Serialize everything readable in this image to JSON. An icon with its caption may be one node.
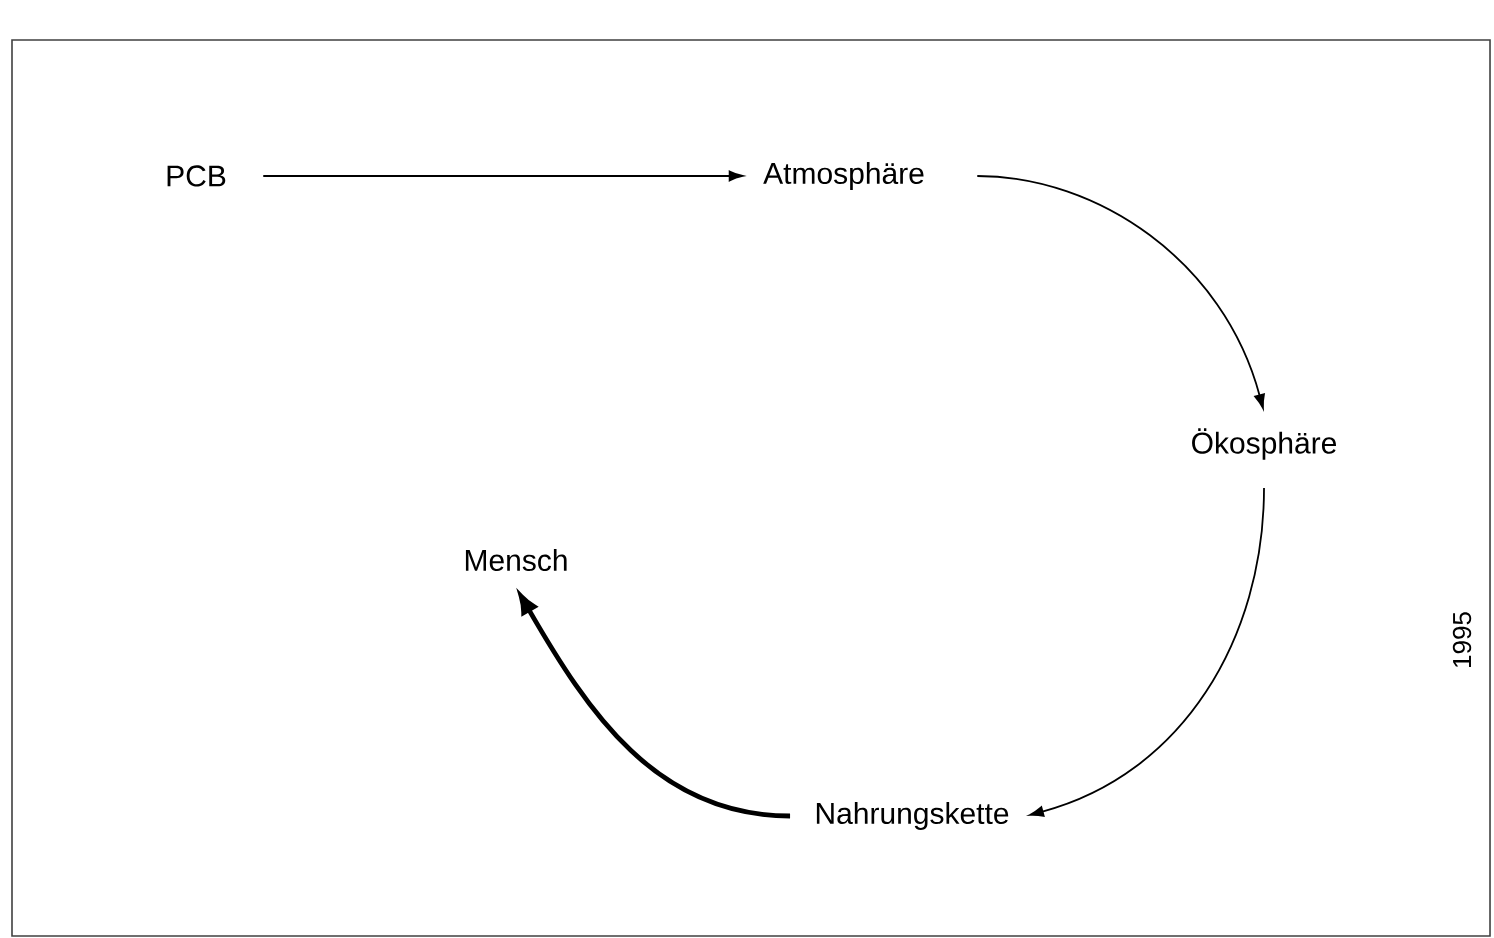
{
  "diagram": {
    "nodes": [
      {
        "text": [
          "PCB"
        ]
      },
      {
        "text": [
          "Atmosphäre"
        ]
      },
      {
        "text": [
          "Ökosphäre"
        ]
      },
      {
        "text": [
          "Nahrungskette"
        ]
      },
      {
        "text": [
          "Mensch"
        ]
      }
    ],
    "edges": [
      {
        "from": 0,
        "to": 1,
        "arrow": "to"
      },
      {
        "from": 1,
        "to": 2,
        "arrow": "to"
      },
      {
        "from": 2,
        "to": 3,
        "arrow": "to"
      },
      {
        "from": 3,
        "to": 4,
        "arrow": "to",
        "style": "thick"
      }
    ],
    "labels": [
      "1995"
    ]
  }
}
